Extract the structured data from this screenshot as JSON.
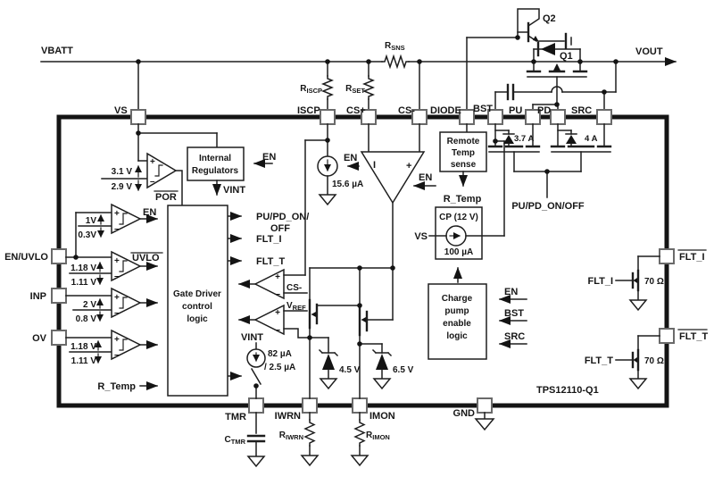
{
  "part_number": "TPS12110-Q1",
  "rails": {
    "vbatt": "VBATT",
    "vout": "VOUT"
  },
  "pins": {
    "top": [
      "VS",
      "ISCP",
      "CS+",
      "CS-",
      "DIODE",
      "BST",
      "PU",
      "PD",
      "SRC"
    ],
    "left": [
      "EN/UVLO",
      "INP",
      "OV"
    ],
    "right": [
      "FLT_I",
      "FLT_T"
    ],
    "bottom": [
      "TMR",
      "IWRN",
      "IMON",
      "GND"
    ]
  },
  "external": {
    "rsns": {
      "main": "R",
      "sub": "SNS"
    },
    "riscp": {
      "main": "R",
      "sub": "ISCP"
    },
    "rset": {
      "main": "R",
      "sub": "SET"
    },
    "riwrn": {
      "main": "R",
      "sub": "IWRN"
    },
    "rimon": {
      "main": "R",
      "sub": "IMON"
    },
    "ctmr": {
      "main": "C",
      "sub": "TMR"
    },
    "q1": "Q1",
    "q2": "Q2"
  },
  "comparators": {
    "por": {
      "high": "3.1 V",
      "low": "2.9 V",
      "out": "POR"
    },
    "en": {
      "high": "1V",
      "low": "0.3V",
      "out": "EN"
    },
    "uvlo": {
      "high": "1.18 V",
      "low": "1.11 V",
      "out": "UVLO"
    },
    "inp": {
      "high": "2 V",
      "low": "0.8 V"
    },
    "ov": {
      "high": "1.18 V",
      "low": "1.11 V"
    }
  },
  "blocks": {
    "internal_regulators": {
      "l1": "Internal",
      "l2": "Regulators"
    },
    "gate_driver": {
      "l1": "Gate Driver",
      "l2": "control",
      "l3": "logic"
    },
    "remote_temp": {
      "l1": "Remote",
      "l2": "Temp",
      "l3": "sense"
    },
    "charge_pump_box": {
      "title": "CP (12 V)",
      "current": "100 µA",
      "input": "VS"
    },
    "charge_pump_logic": {
      "l1": "Charge",
      "l2": "pump",
      "l3": "enable",
      "l4": "logic",
      "in_en": "EN",
      "in_bst": "BST",
      "in_src": "SRC"
    }
  },
  "gate_driver_io": {
    "pu_pd_1": "PU/PD_ON/",
    "pu_pd_2": "OFF",
    "flt_i": "FLT_I",
    "flt_t": "FLT_T",
    "cs_minus": "CS-",
    "vref": {
      "main": "V",
      "sub": "REF"
    }
  },
  "signals": {
    "en": "EN",
    "vint": "VINT",
    "r_temp": "R_Temp",
    "pu_pd_on_off": "PU/PD_ON/OFF",
    "vs": "VS"
  },
  "currents": {
    "iscp": "15.6 µA",
    "tmr_a": "82 µA",
    "tmr_b": "/ 2.5 µA"
  },
  "values": {
    "pu_fet": "3.7 A",
    "pd_fet": "4 A",
    "z1": "4.5 V",
    "z2": "6.5 V",
    "flt_r": "70 Ω"
  },
  "amp": {
    "in1": "I",
    "in2": "+"
  },
  "flt_fets": {
    "i_gate": "FLT_I",
    "t_gate": "FLT_T"
  },
  "symbols": {
    "plus": "+",
    "minus": "–"
  }
}
